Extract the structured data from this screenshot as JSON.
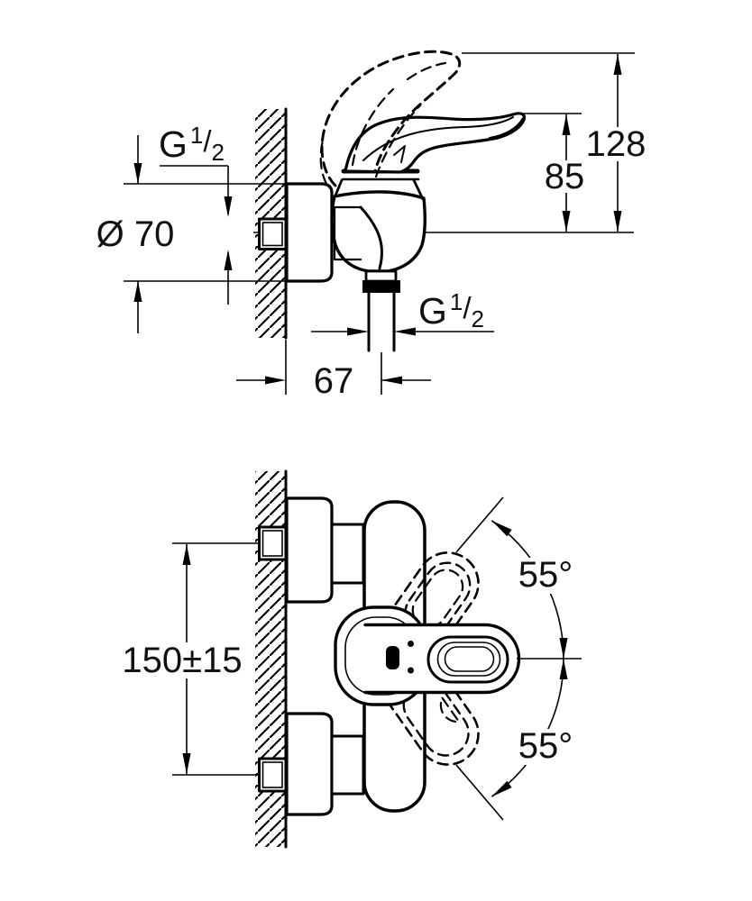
{
  "page": {
    "background_color": "#ffffff",
    "line_color": "#000000",
    "text_color": "#111111",
    "drawing_type": "shower mixer installation dimension drawing",
    "views": [
      "side-view",
      "front-view"
    ]
  },
  "dimensions": {
    "inlet_thread": {
      "symbol": "G",
      "numerator": "1",
      "slash": "/",
      "denominator": "2"
    },
    "escutcheon_diameter": "Ø 70",
    "handle_height": "85",
    "handle_height_open": "128",
    "outlet_wall_offset": "67",
    "outlet_thread": {
      "symbol": "G",
      "numerator": "1",
      "slash": "/",
      "denominator": "2"
    },
    "inlet_center_distance": "150±15",
    "handle_swing_up": "55°",
    "handle_swing_down": "55°"
  }
}
